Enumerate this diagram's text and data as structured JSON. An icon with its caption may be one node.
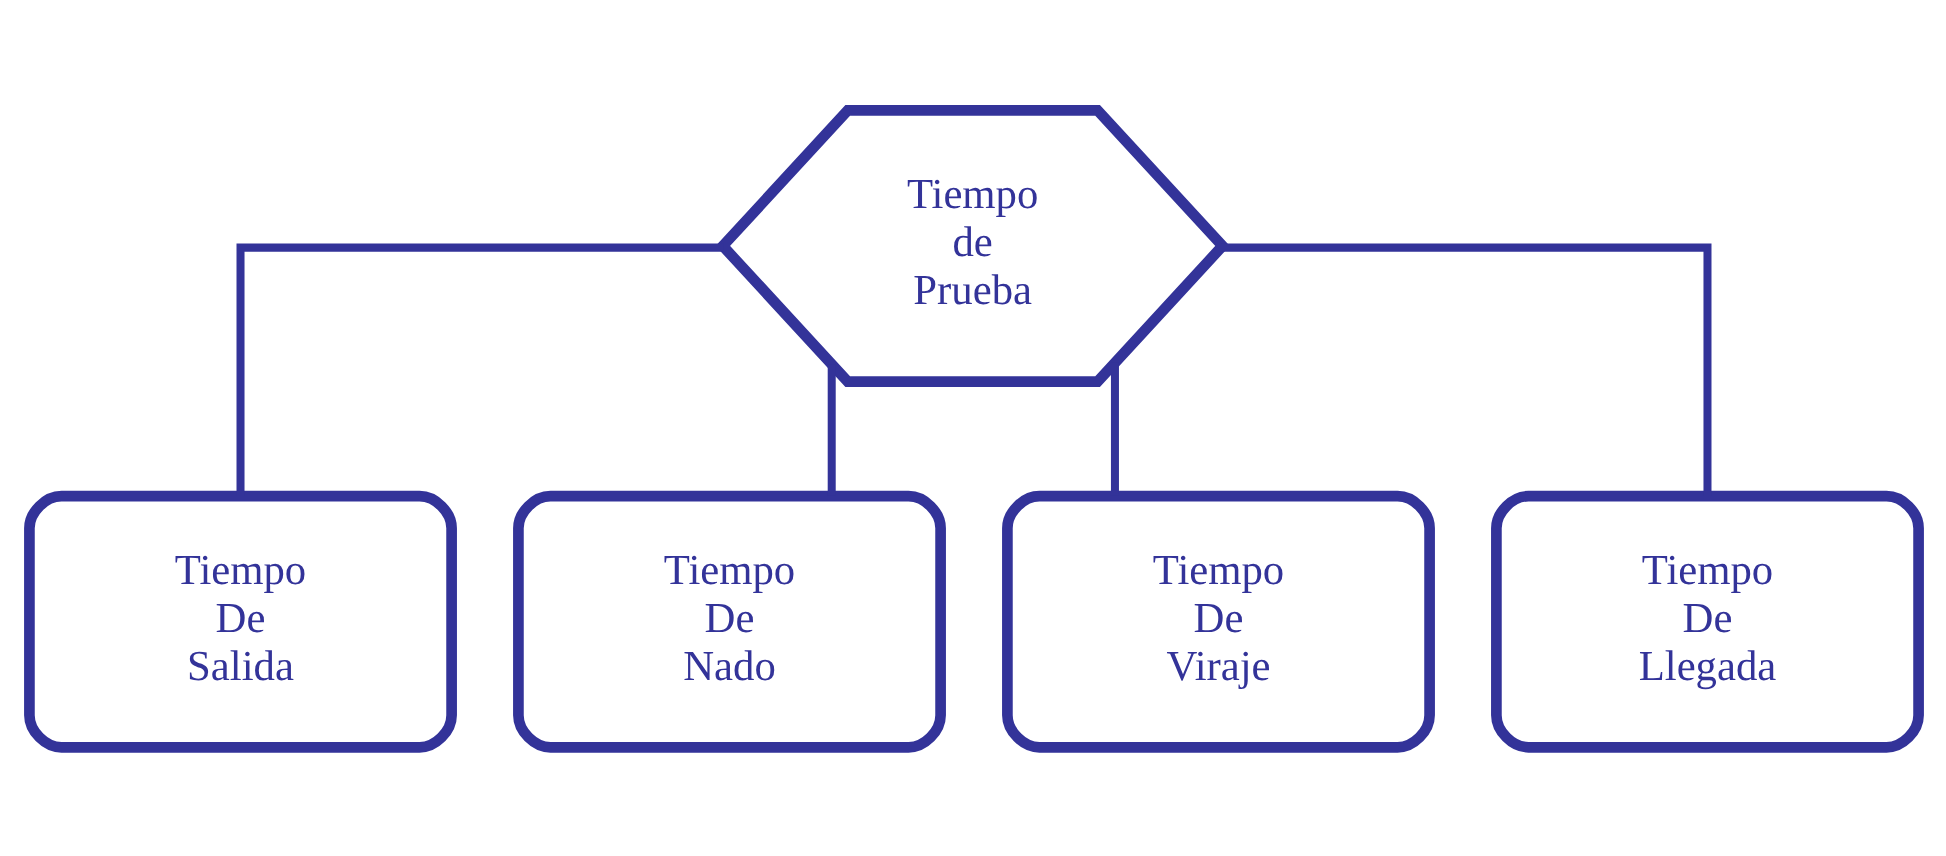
{
  "diagram": {
    "nodes": [
      {
        "text": [
          "Tiempo de Prueba"
        ]
      },
      {
        "text": [
          "Tiempo De Salida"
        ]
      },
      {
        "text": [
          "Tiempo De Nado"
        ]
      },
      {
        "text": [
          "Tiempo De Viraje"
        ]
      },
      {
        "text": [
          "Tiempo De Llegada"
        ]
      }
    ],
    "edges": [
      {
        "from": 0,
        "to": 1,
        "arrow": "none"
      },
      {
        "from": 0,
        "to": 2,
        "arrow": "none"
      },
      {
        "from": 0,
        "to": 3,
        "arrow": "none"
      },
      {
        "from": 0,
        "to": 4,
        "arrow": "none"
      }
    ]
  }
}
